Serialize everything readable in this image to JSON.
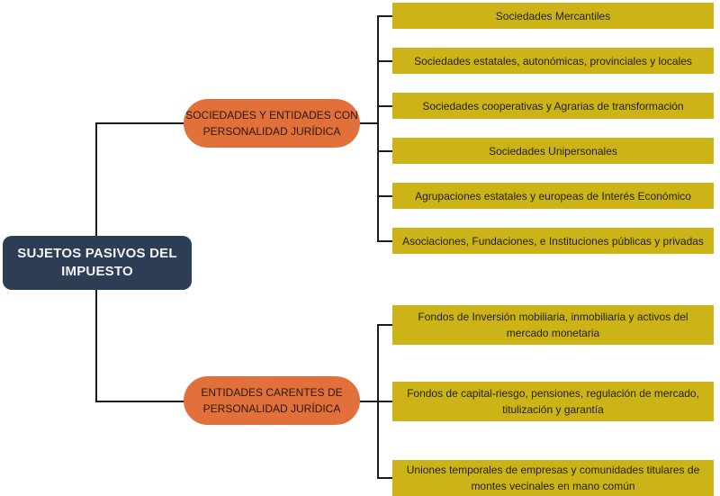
{
  "root": {
    "label": "SUJETOS PASIVOS DEL\nIMPUESTO"
  },
  "branches": [
    {
      "label": "SOCIEDADES Y ENTIDADES CON\nPERSONALIDAD JURÍDICA",
      "children": [
        {
          "label": "Sociedades Mercantiles"
        },
        {
          "label": "Sociedades estatales, autonómicas, provinciales y locales"
        },
        {
          "label": "Sociedades cooperativas y Agrarias de transformación"
        },
        {
          "label": "Sociedades Unipersonales"
        },
        {
          "label": "Agrupaciones estatales y europeas de Interés Económico"
        },
        {
          "label": "Asociaciones, Fundaciones, e Instituciones públicas y privadas"
        }
      ]
    },
    {
      "label": "ENTIDADES CARENTES DE\nPERSONALIDAD JURÍDICA",
      "children": [
        {
          "label": "Fondos de Inversión mobiliaria, inmobiliaria y activos del\nmercado monetaria"
        },
        {
          "label": "Fondos de capital-riesgo, pensiones, regulación de mercado,\ntitulización y garantía"
        },
        {
          "label": "Uniones temporales de empresas y comunidades titulares de\nmontes vecinales en mano común"
        }
      ]
    }
  ],
  "colors": {
    "root_bg": "#2d3d54",
    "root_text": "#f2f2f2",
    "branch_bg": "#e2703a",
    "branch_text": "#2a180a",
    "leaf_bg": "#ccb418",
    "leaf_text": "#262200",
    "line": "#1c1c1c",
    "background": "#ffffff"
  }
}
